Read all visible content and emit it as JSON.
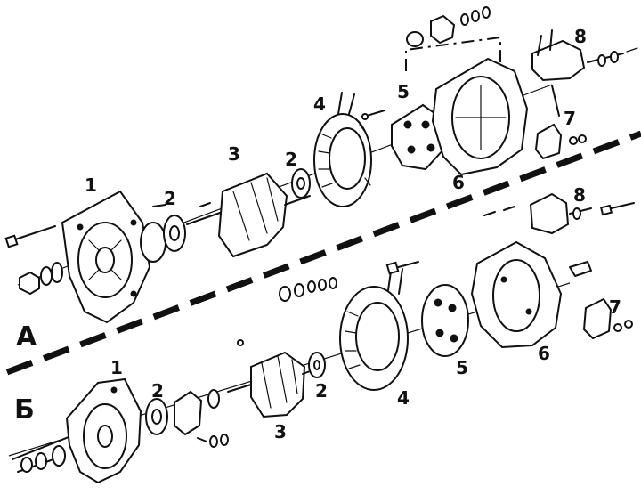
{
  "sections": [
    {
      "letter": "А"
    },
    {
      "letter": "Б"
    }
  ],
  "labels_a": [
    "1",
    "2",
    "3",
    "2",
    "4",
    "5",
    "6",
    "7",
    "8"
  ],
  "labels_b": [
    "1",
    "2",
    "3",
    "2",
    "4",
    "5",
    "6",
    "7",
    "8"
  ]
}
